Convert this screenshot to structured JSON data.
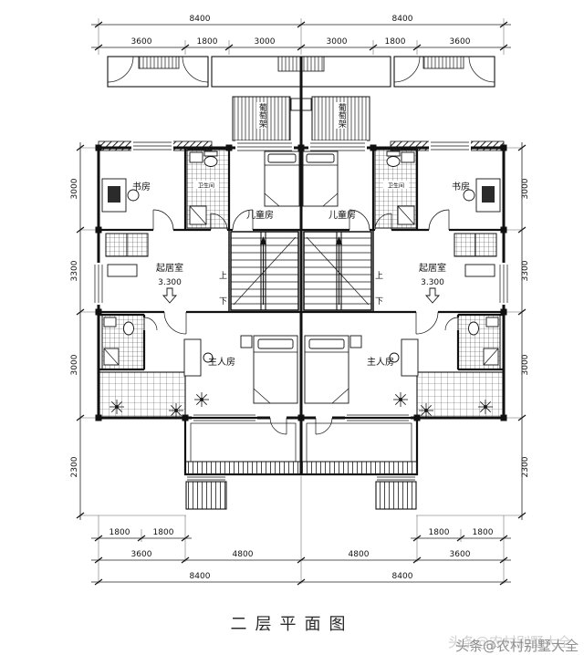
{
  "caption": "二层平面图",
  "watermark": "头条@农村别墅大全",
  "dims": {
    "top1": [
      "8400",
      "8400"
    ],
    "top2": [
      "3600",
      "1800",
      "3000",
      "3000",
      "1800",
      "3600"
    ],
    "left": [
      "3000",
      "3300",
      "3000",
      "2300"
    ],
    "right": [
      "3000",
      "3300",
      "3000",
      "2300"
    ],
    "bottom1": [
      "1800",
      "1800",
      "1800",
      "1800"
    ],
    "bottom2": [
      "3600",
      "4800",
      "4800",
      "3600"
    ],
    "bottom3": [
      "8400",
      "8400"
    ]
  },
  "rooms": {
    "study_left": "书房",
    "study_right": "书房",
    "kids_left": "儿童房",
    "kids_right": "儿童房",
    "living_left": "起居室",
    "living_right": "起居室",
    "level_left": "3.300",
    "level_right": "3.300",
    "master_left": "主人房",
    "master_right": "主人房",
    "bath_top_left": "卫生间",
    "bath_top_right": "卫生间",
    "trellis_left": "葡萄架",
    "trellis_right": "葡萄架",
    "stair_up_left": "上",
    "stair_down_left": "下",
    "stair_up_right": "上",
    "stair_down_right": "下"
  }
}
